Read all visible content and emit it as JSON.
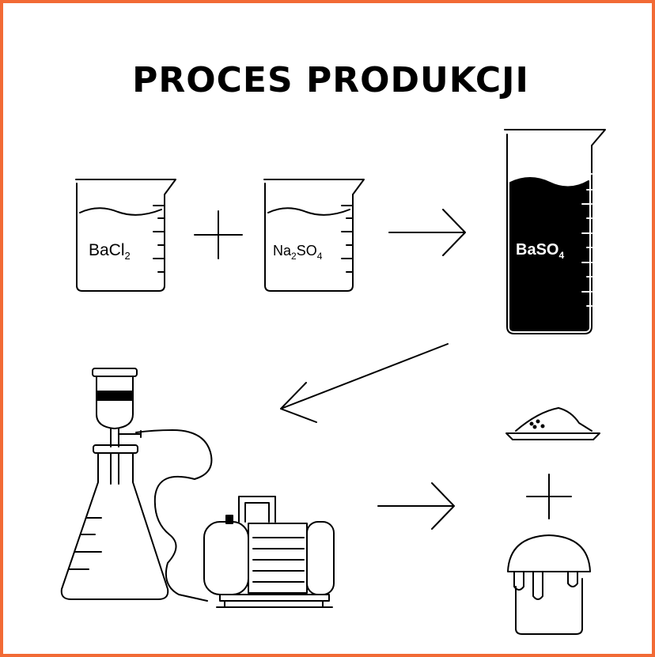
{
  "title": "PROCES PRODUKCJI",
  "colors": {
    "border": "#f26a35",
    "ink": "#000000",
    "paper": "#ffffff"
  },
  "labels": {
    "reactant1": {
      "main": "BaCl",
      "sub": "2"
    },
    "reactant2": {
      "pre": "Na",
      "sub1": "2",
      "mid": "SO",
      "sub2": "4"
    },
    "product": {
      "main": "BaSO",
      "sub": "4"
    }
  },
  "icons": [
    "beaker-icon",
    "plus-icon",
    "arrow-right-icon",
    "tall-beaker-icon",
    "arrow-down-left-icon",
    "filter-flask-icon",
    "vacuum-pump-icon",
    "powder-dish-icon",
    "paint-bucket-icon"
  ]
}
